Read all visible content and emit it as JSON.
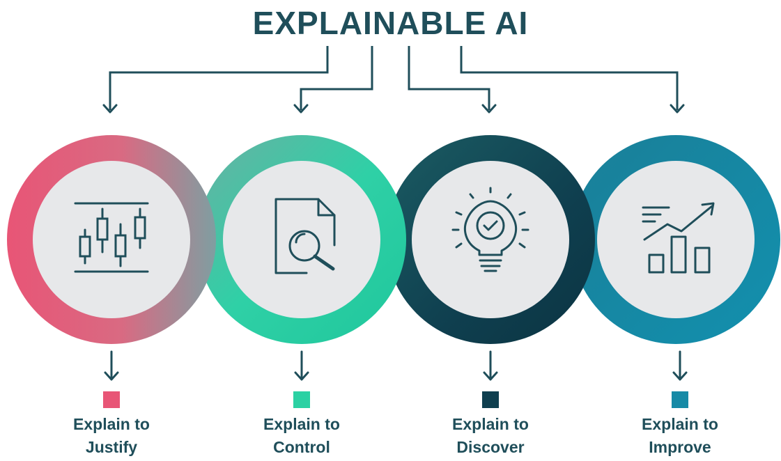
{
  "title": "EXPLAINABLE AI",
  "colors": {
    "text": "#1f4e5a",
    "line": "#1f4e5a",
    "circle_fill": "#e7e8ea",
    "justify": "#e85576",
    "control": "#2bd1a3",
    "discover": "#0f3f4f",
    "improve": "#168aa6"
  },
  "items": [
    {
      "line1": "Explain to",
      "line2": "Justify",
      "icon": "candlestick-chart-icon"
    },
    {
      "line1": "Explain to",
      "line2": "Control",
      "icon": "document-magnifier-icon"
    },
    {
      "line1": "Explain to",
      "line2": "Discover",
      "icon": "lightbulb-check-icon"
    },
    {
      "line1": "Explain to",
      "line2": "Improve",
      "icon": "growth-chart-icon"
    }
  ]
}
